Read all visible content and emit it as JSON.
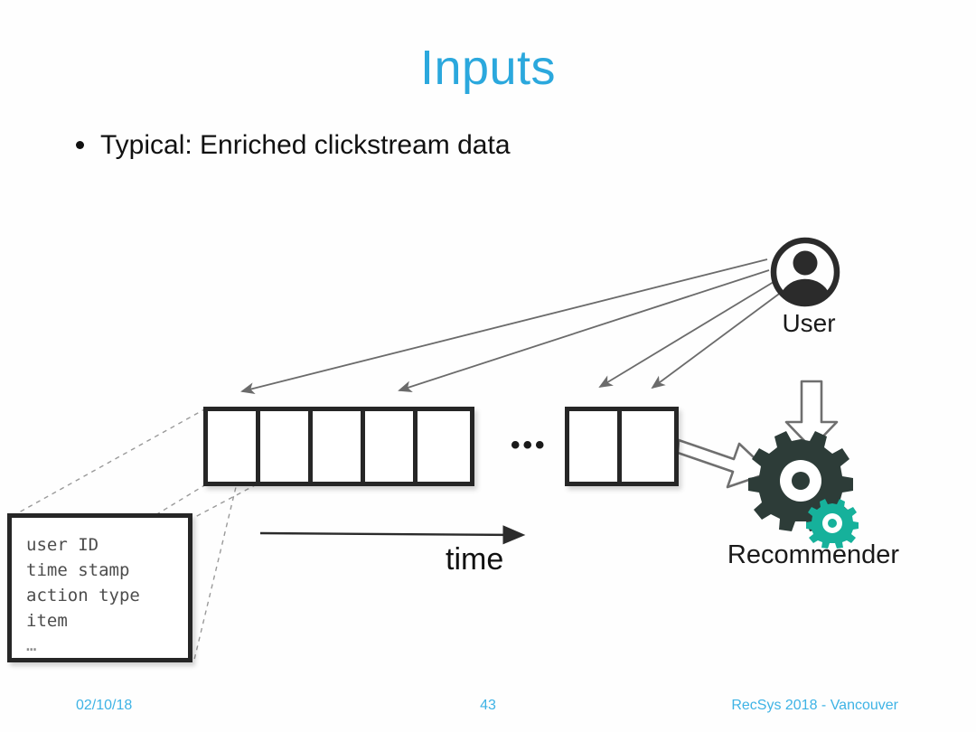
{
  "slide": {
    "title": "Inputs",
    "title_color": "#2ba8dd",
    "background": "#ffffff"
  },
  "bullets": [
    {
      "text": "Typical: Enriched clickstream data"
    }
  ],
  "diagram": {
    "sequence": {
      "group_a_cells": 5,
      "group_b_cells": 2,
      "ellipsis": "•••",
      "cell_border_color": "#262626"
    },
    "time_axis": {
      "label": "time"
    },
    "user": {
      "label": "User",
      "icon": "user-avatar-icon",
      "arrows_to_cells": 4
    },
    "recommender": {
      "label": "Recommender",
      "gear_large_color": "#2d3c38",
      "gear_small_color": "#16b19b",
      "down_arrow": "hollow-down-arrow",
      "in_arrow": "hollow-right-arrow"
    },
    "schema_box": {
      "lines": [
        "user ID",
        "time stamp",
        "action type",
        "item"
      ],
      "continuation": "…",
      "callout": "dashed-callout-lines"
    }
  },
  "footer": {
    "date": "02/10/18",
    "page": "43",
    "event": "RecSys 2018 - Vancouver",
    "color": "#3eb3e5"
  }
}
